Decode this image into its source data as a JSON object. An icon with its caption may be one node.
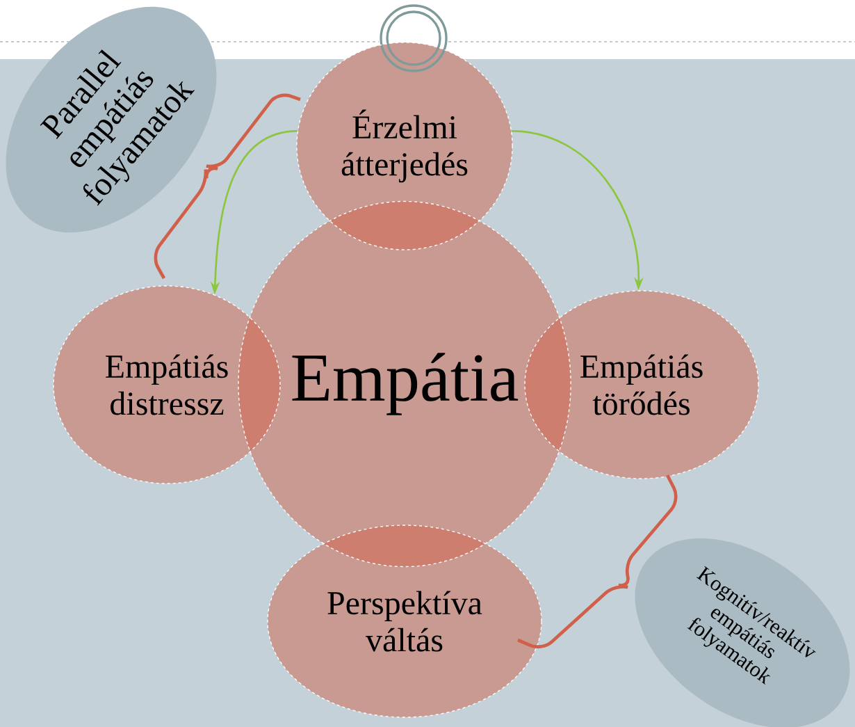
{
  "diagram": {
    "nodes": [
      {
        "text": [
          "Empátia"
        ]
      },
      {
        "text": [
          "Érzelmi átterjedés"
        ]
      },
      {
        "text": [
          "Empátiás distressz"
        ]
      },
      {
        "text": [
          "Empátiás törődés"
        ]
      },
      {
        "text": [
          "Perspektíva váltás"
        ]
      },
      {
        "text": [
          "Parallel empátiás folyamatok"
        ]
      },
      {
        "text": [
          "Kognitív/reaktív empátiás folyamatok"
        ]
      }
    ],
    "edges": [
      {
        "from": 1,
        "to": 2,
        "arrow": "to"
      },
      {
        "from": 1,
        "to": 3,
        "arrow": "to"
      }
    ]
  }
}
